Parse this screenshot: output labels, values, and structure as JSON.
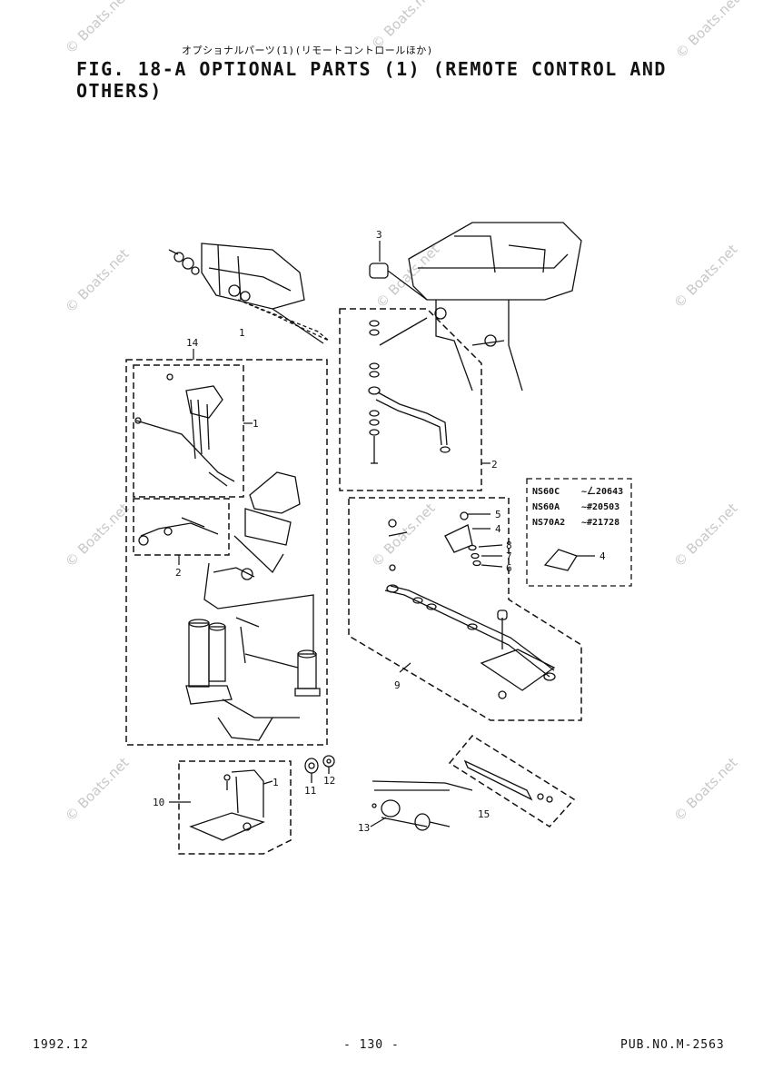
{
  "header": {
    "japanese_title": "オプショナルパーツ(1)(リモートコントロールほか)",
    "figure_title": "FIG. 18-A OPTIONAL PARTS (1) (REMOTE CONTROL AND OTHERS)"
  },
  "callouts": {
    "c1_top": "1",
    "c14": "14",
    "c1_inner": "1",
    "c2_left": "2",
    "c3": "3",
    "c2_right": "2",
    "c5": "5",
    "c4": "4",
    "c8": "8",
    "c7": "7",
    "c6": "6",
    "c9": "9",
    "c4_inset": "4",
    "c10": "10",
    "c1_bottom": "1",
    "c11": "11",
    "c12": "12",
    "c13": "13",
    "c15": "15"
  },
  "variant_table": [
    {
      "model": "NS60C",
      "serial": "~ㄥ20643"
    },
    {
      "model": "NS60A",
      "serial": "~#20503"
    },
    {
      "model": "NS70A2",
      "serial": "~#21728"
    }
  ],
  "watermark": "© Boats.net",
  "footer": {
    "date": "1992.12",
    "page": "- 130 -",
    "publication": "PUB.NO.M-2563"
  }
}
